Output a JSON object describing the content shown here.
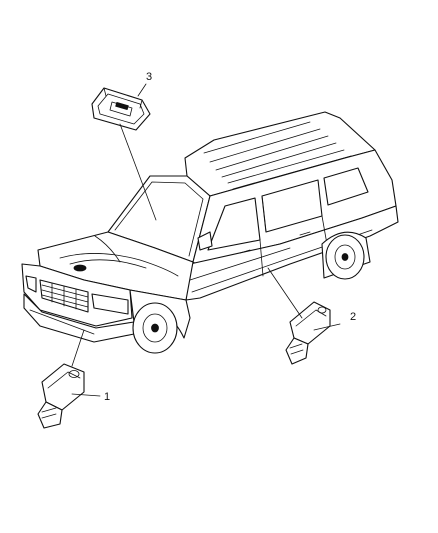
{
  "diagram": {
    "callouts": [
      {
        "label": "1"
      },
      {
        "label": "2"
      },
      {
        "label": "3"
      }
    ]
  }
}
